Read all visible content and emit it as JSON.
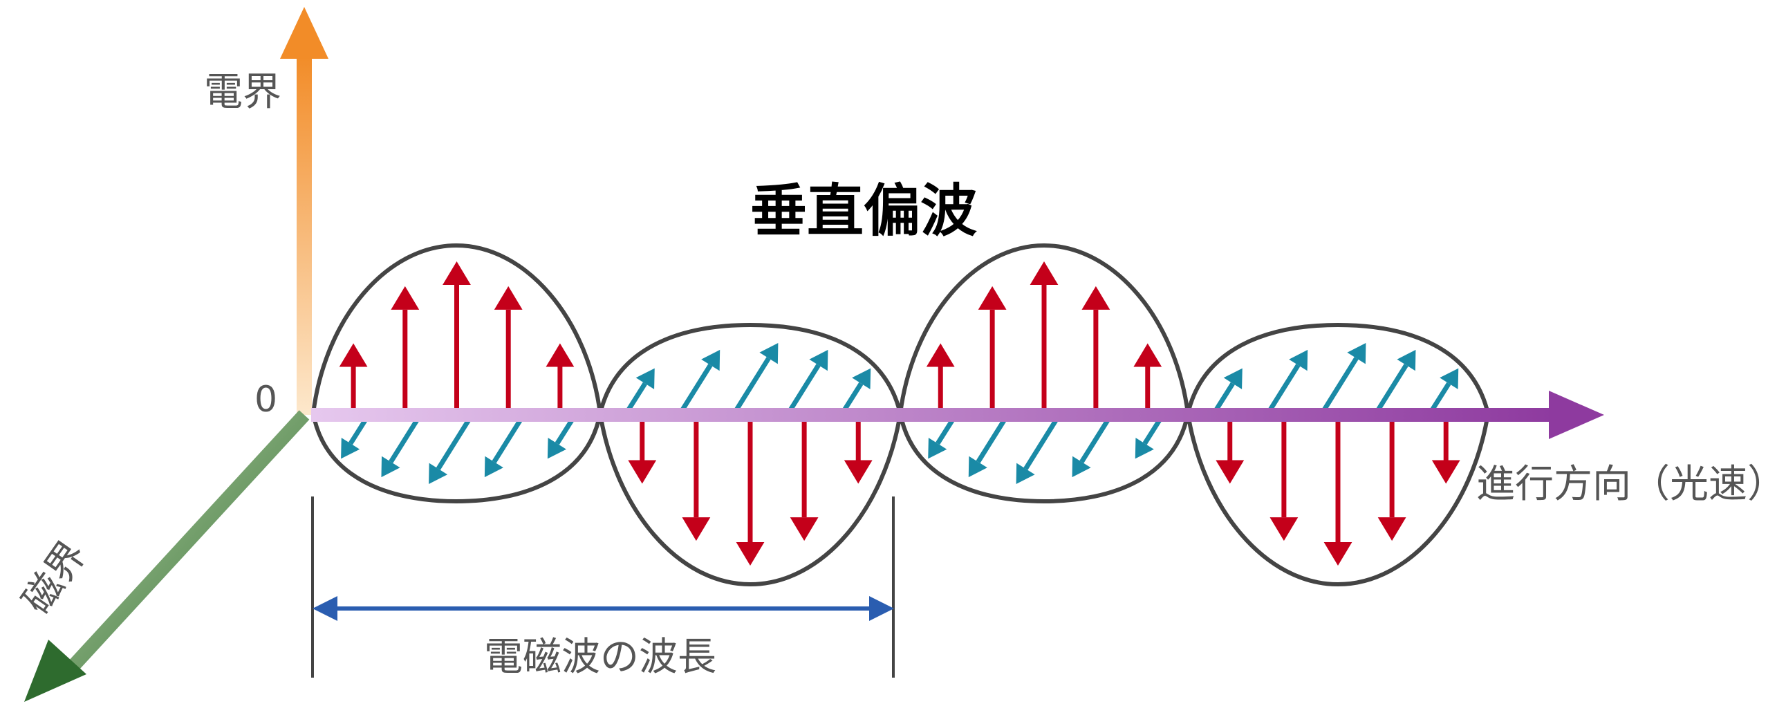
{
  "title": "垂直偏波",
  "axes": {
    "electric_field": "電界",
    "magnetic_field": "磁界",
    "origin": "0",
    "propagation": "進行方向（光速）"
  },
  "wavelength_label": "電磁波の波長",
  "wave": {
    "half_cycles": 4,
    "electric_vector_color": "#c4001a",
    "magnetic_vector_color": "#1a8aa6",
    "envelope_color": "#444444",
    "propagation_axis_color": "#8e3a9f",
    "electric_axis_color": "#f29a3a",
    "magnetic_axis_color": "#2e6b2e",
    "wavelength_arrow_color": "#2a5db0"
  }
}
